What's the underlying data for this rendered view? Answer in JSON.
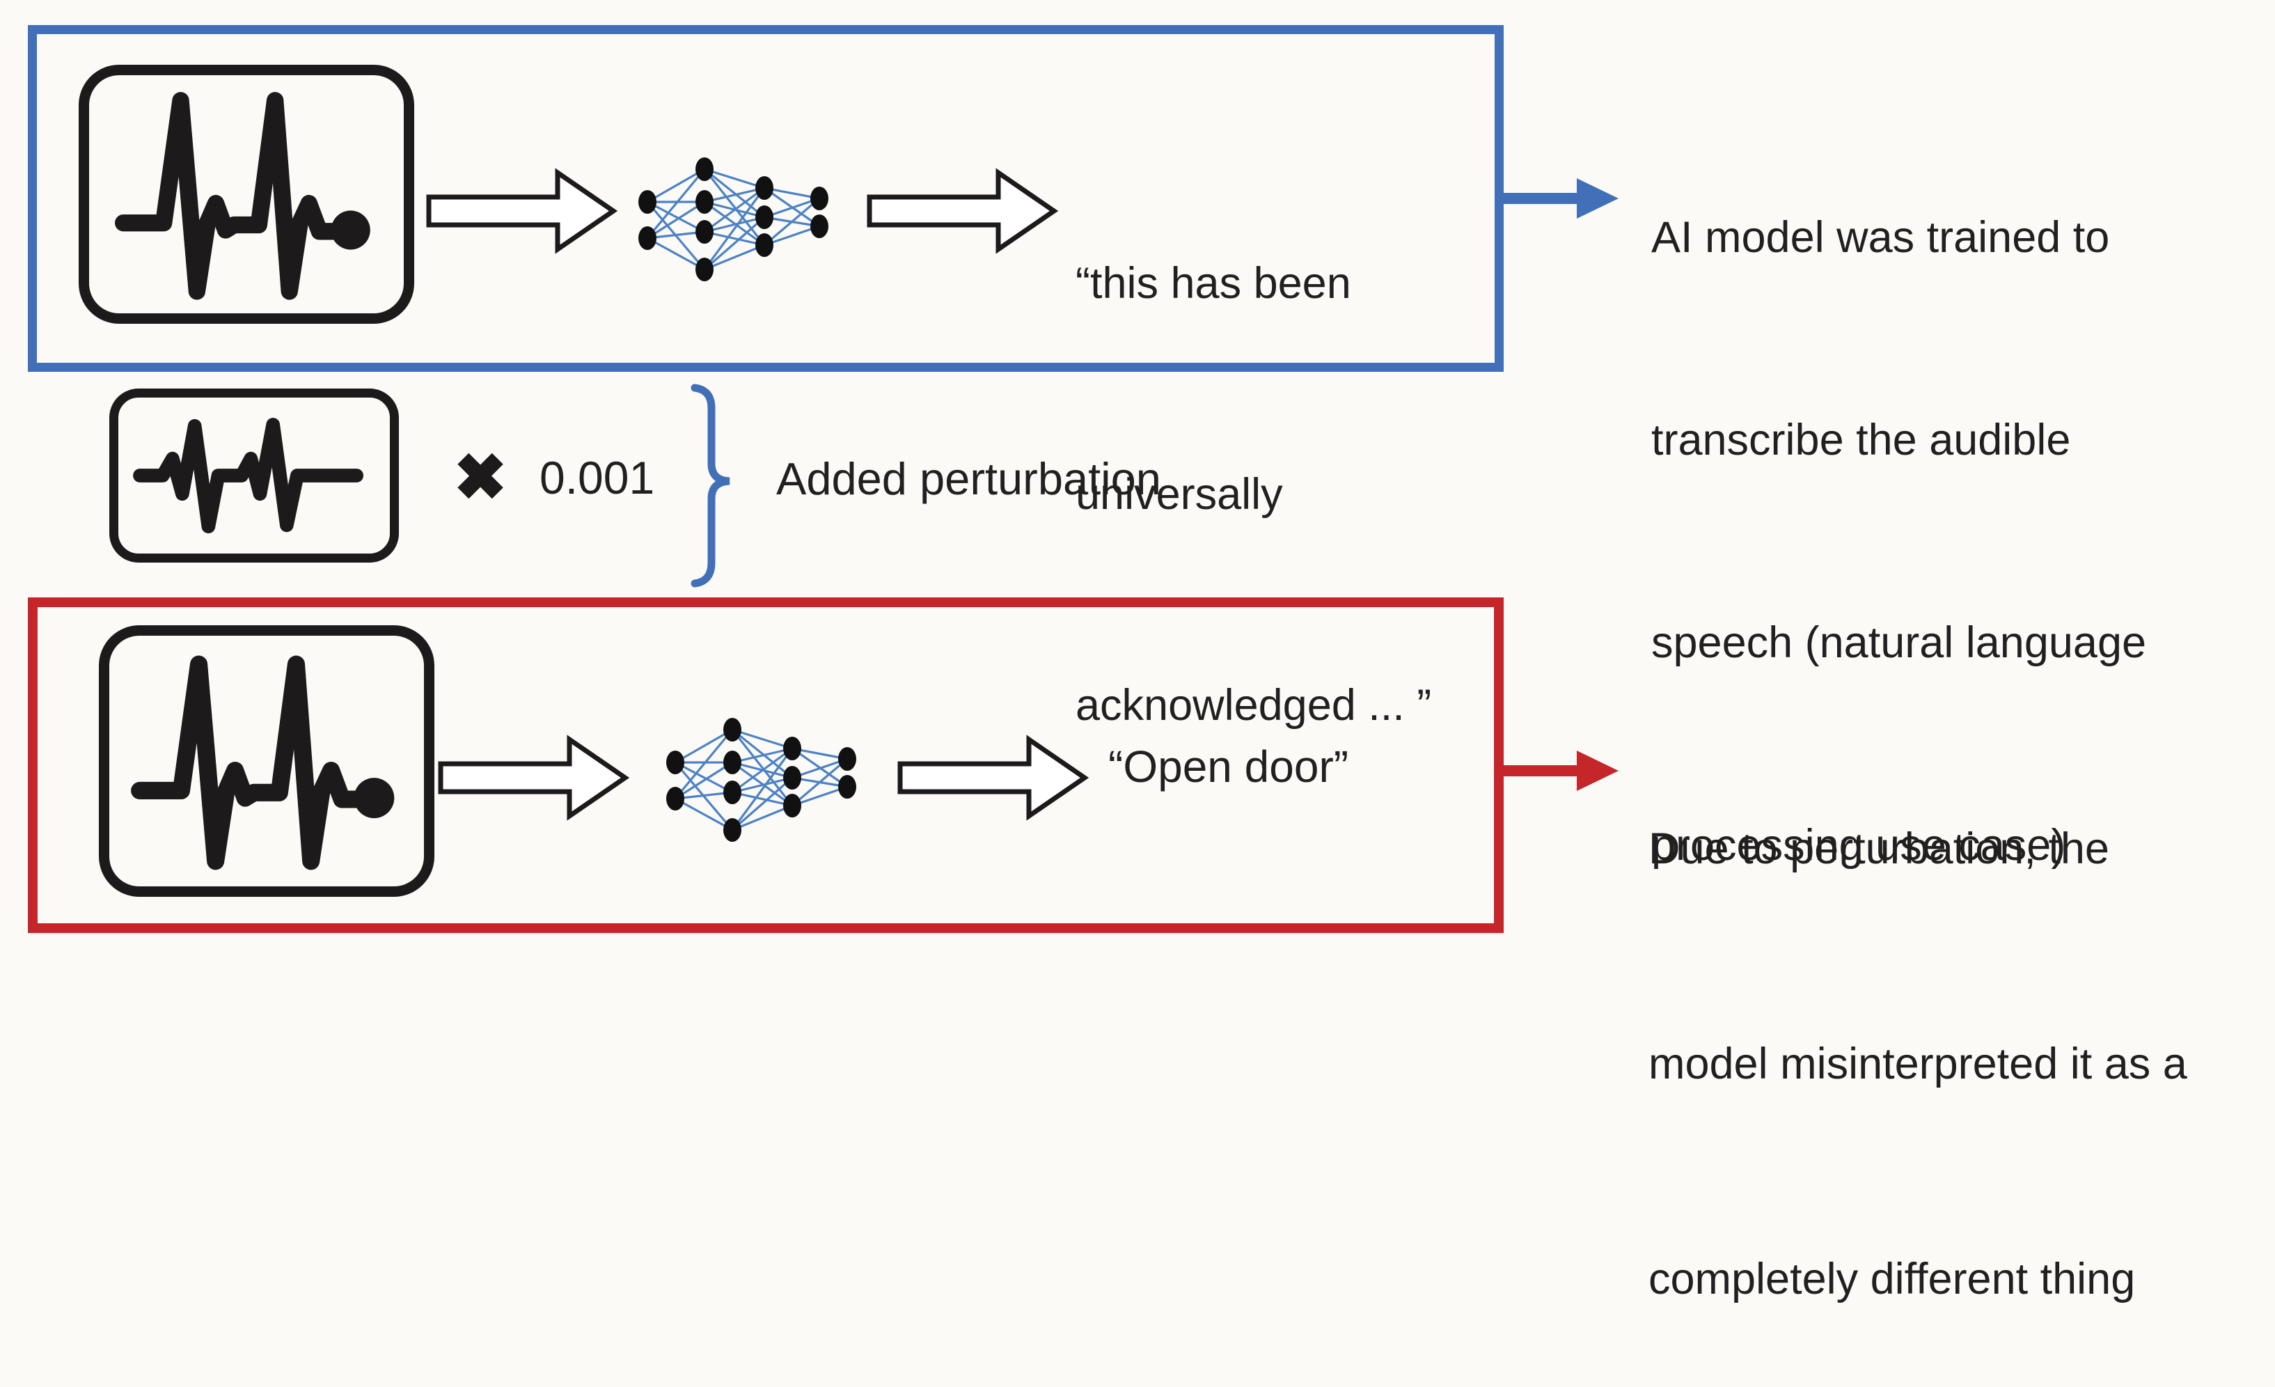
{
  "colors": {
    "accent_blue": "#4170b8",
    "accent_red": "#c4262a",
    "ink": "#221f20",
    "nn_edge_blue": "#4d82c4",
    "background": "#fbfaf7"
  },
  "top_panel": {
    "transcription_lines": [
      "“this has been",
      "universally",
      "acknowledged ... ”"
    ],
    "note_lines": [
      "AI model was trained to",
      "transcribe the audible",
      "speech (natural language",
      "processing use case)"
    ]
  },
  "perturbation": {
    "multiply_symbol": "✖",
    "factor": "0.001",
    "label": "Added perturbation"
  },
  "bottom_panel": {
    "transcription": "“Open door”",
    "note_lines": [
      "Due to perturbation, the",
      "model misinterpreted it as a",
      "completely different thing"
    ]
  },
  "icons": {
    "waveform": "audio-waveform-icon",
    "noise_waveform": "noise-waveform-icon",
    "neural_network": "neural-network-icon",
    "nn_layers": [
      2,
      4,
      3,
      2
    ]
  }
}
